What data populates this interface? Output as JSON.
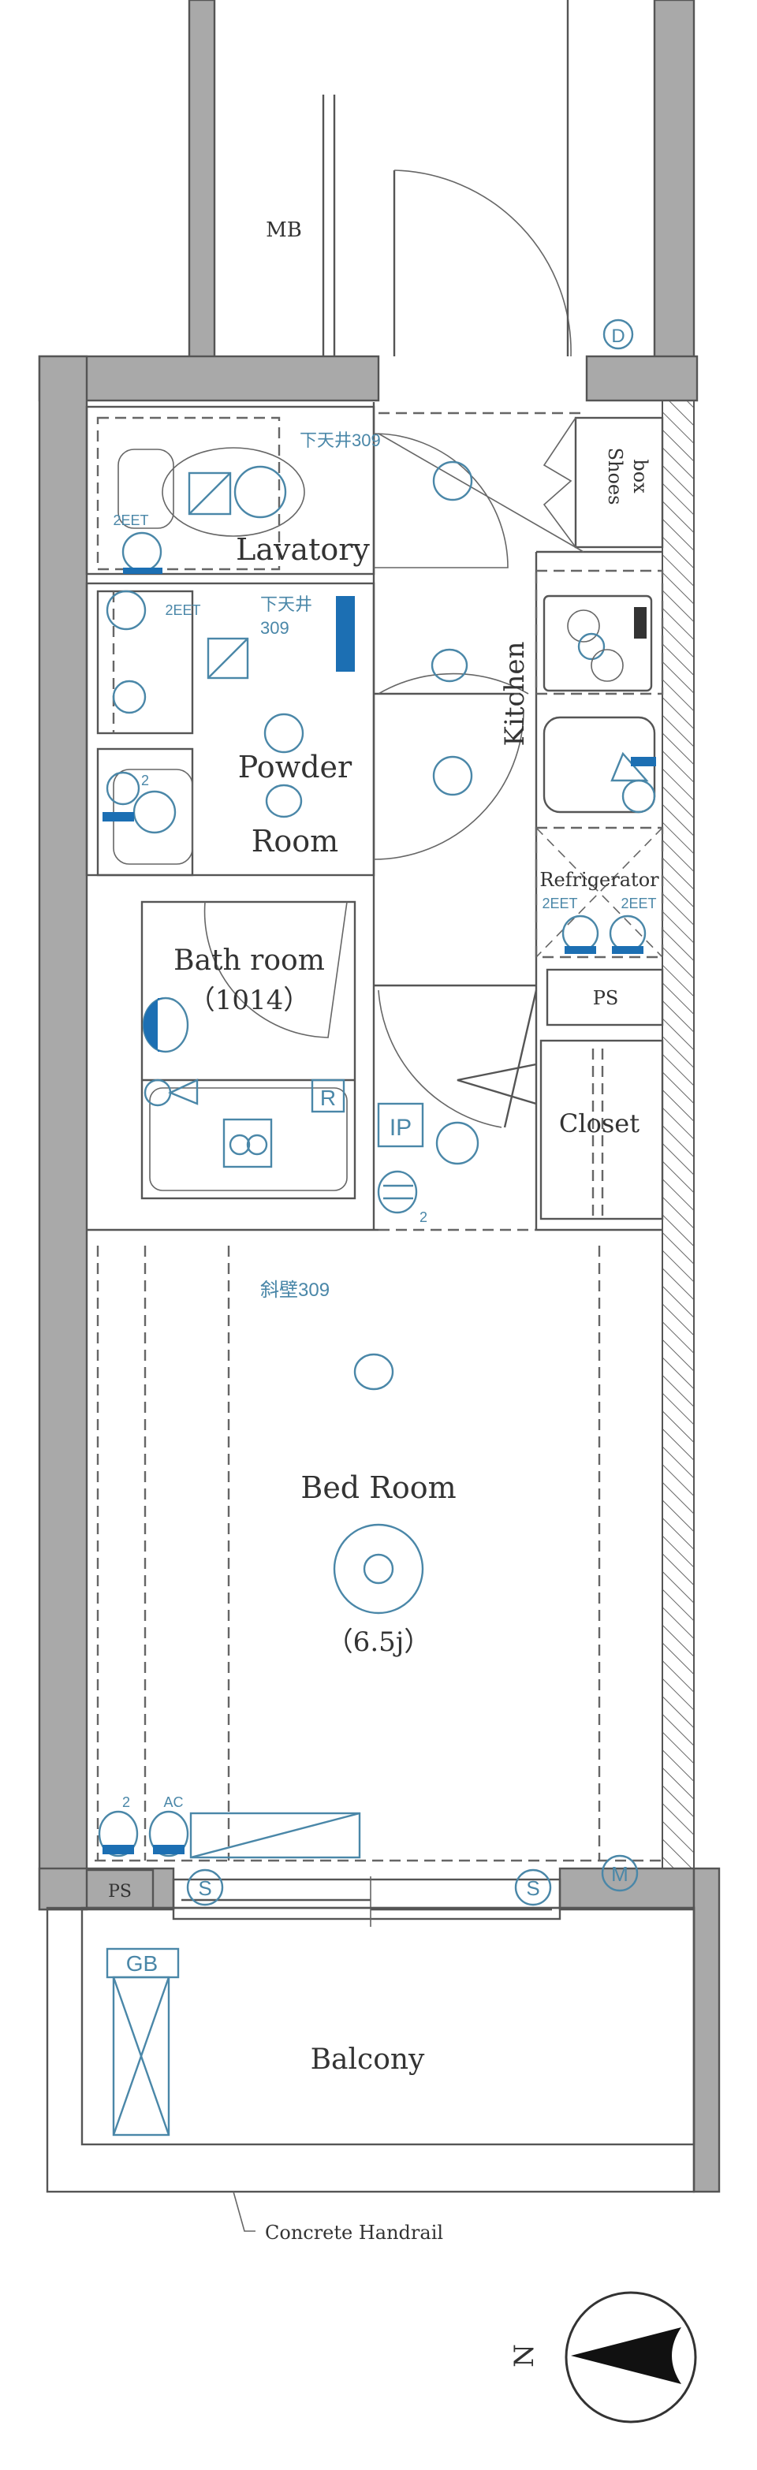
{
  "labels": {
    "mb": "MB",
    "shoes_box_1": "Shoes",
    "shoes_box_2": "box",
    "lavatory": "Lavatory",
    "ceiling_note_1": "下天井309",
    "ceiling_note_2a": "下天井",
    "ceiling_note_2b": "309",
    "outlet_2eet": "2EET",
    "powder_1": "Powder",
    "powder_2": "Room",
    "kitchen": "Kitchen",
    "refrigerator": "Refrigerator",
    "ps_kitchen": "PS",
    "bath_room": "Bath room",
    "bath_size": "（1014）",
    "reheat": "R",
    "intercom": "IP",
    "count_2": "2",
    "closet": "Closet",
    "slope_wall": "斜壁309",
    "bed_room": "Bed Room",
    "bed_size": "（6.5j）",
    "ac": "AC",
    "ps_bed": "PS",
    "meter": "M",
    "sensor": "S",
    "gas_box": "GB",
    "balcony": "Balcony",
    "handrail": "Concrete Handrail",
    "distribution": "D",
    "north": "N"
  },
  "colors": {
    "wall": "#a9a9a9",
    "equipment": "#1c6fb3",
    "line": "#555555"
  }
}
